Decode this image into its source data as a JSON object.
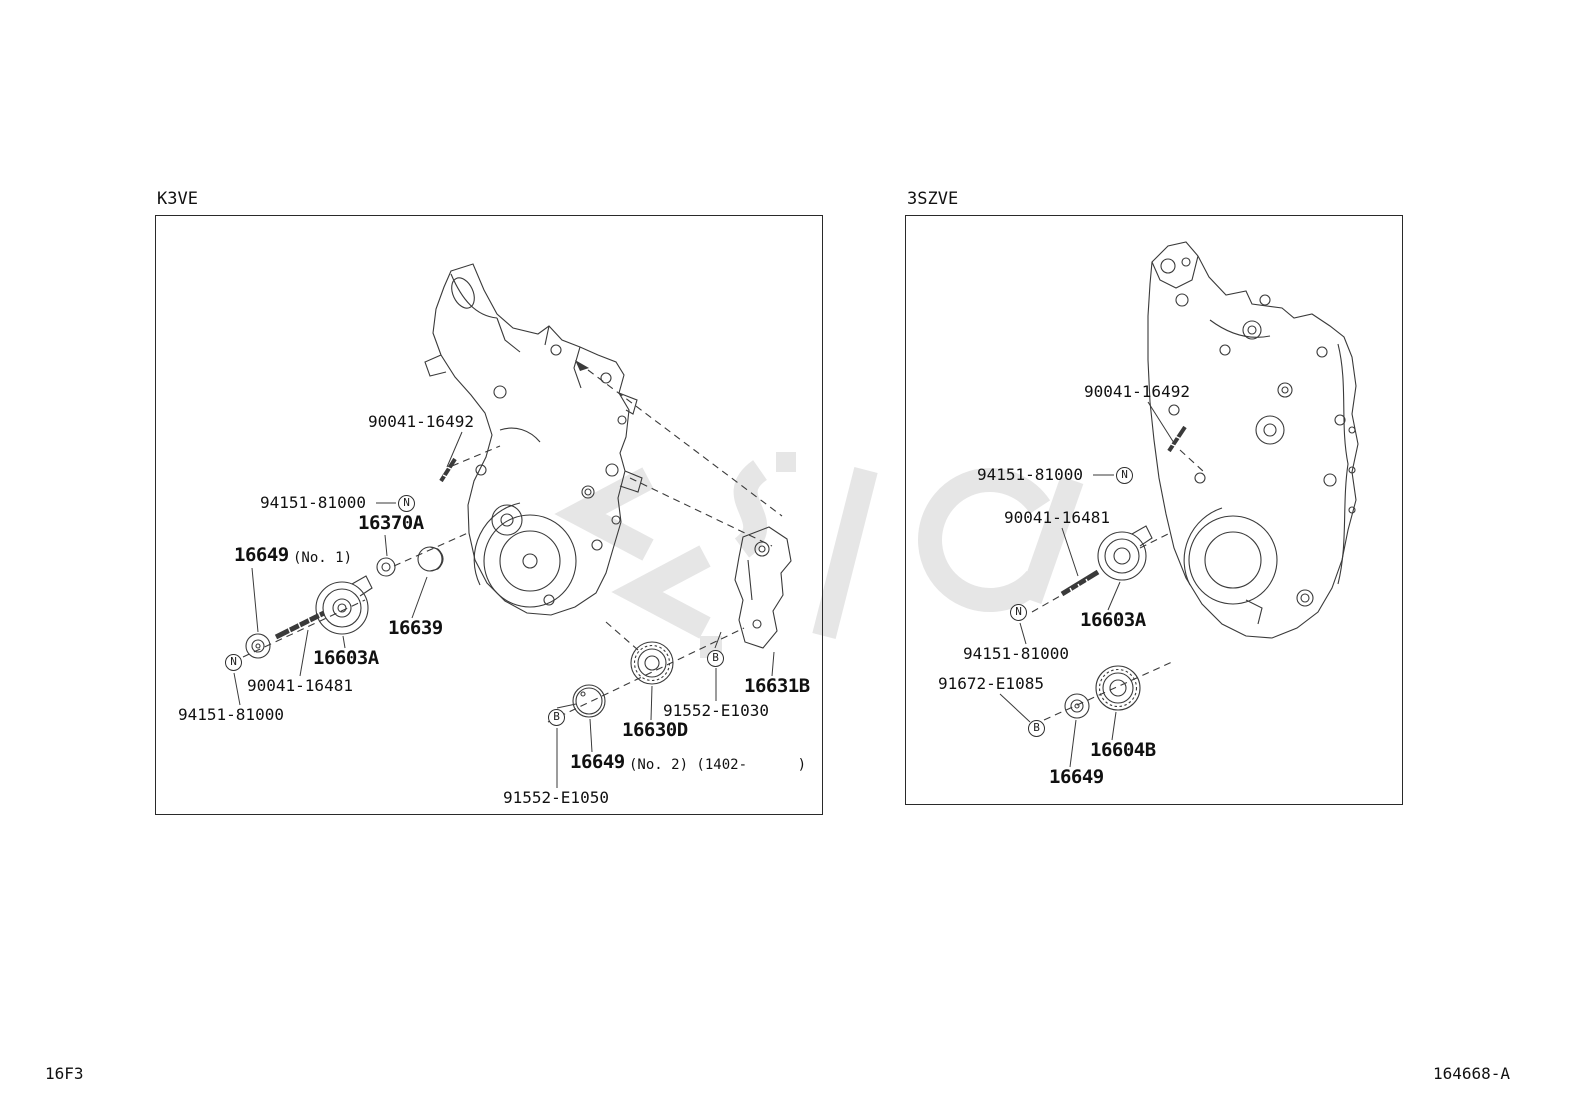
{
  "page": {
    "footer_left": "16F3",
    "footer_right": "164668-A"
  },
  "panels": [
    {
      "title": "K3VE",
      "labels": [
        "90041-16492",
        "94151-81000",
        "16370A",
        "16649",
        "(No. 1)",
        "16639",
        "16603A",
        "90041-16481",
        "94151-81000",
        "16631B",
        "91552-E1030",
        "16630D",
        "16649",
        "(No. 2) (1402-      )",
        "91552-E1050"
      ],
      "markers": [
        "N",
        "N",
        "B",
        "B"
      ]
    },
    {
      "title": "3SZVE",
      "labels": [
        "90041-16492",
        "94151-81000",
        "90041-16481",
        "16603A",
        "94151-81000",
        "91672-E1085",
        "16604B",
        "16649"
      ],
      "markers": [
        "N",
        "N",
        "B"
      ]
    }
  ]
}
